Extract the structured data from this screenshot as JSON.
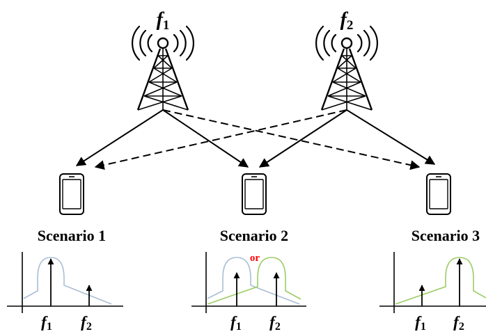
{
  "towers": [
    {
      "id": "tower-1",
      "symbol": "f",
      "subscript": "1"
    },
    {
      "id": "tower-2",
      "symbol": "f",
      "subscript": "2"
    }
  ],
  "scenarios": [
    {
      "label": "Scenario 1",
      "freq1": {
        "symbol": "f",
        "subscript": "1"
      },
      "freq2": {
        "symbol": "f",
        "subscript": "2"
      }
    },
    {
      "label": "Scenario 2",
      "freq1": {
        "symbol": "f",
        "subscript": "1"
      },
      "freq2": {
        "symbol": "f",
        "subscript": "2"
      },
      "note": "or"
    },
    {
      "label": "Scenario 3",
      "freq1": {
        "symbol": "f",
        "subscript": "1"
      },
      "freq2": {
        "symbol": "f",
        "subscript": "2"
      }
    }
  ],
  "colors": {
    "line": "#000000",
    "spectrum_f1": "#a9bed4",
    "spectrum_f2": "#9ccc65",
    "note": "#ff0000"
  },
  "icons": {
    "tower": "radio-tower-icon",
    "phone": "smartphone-icon"
  }
}
